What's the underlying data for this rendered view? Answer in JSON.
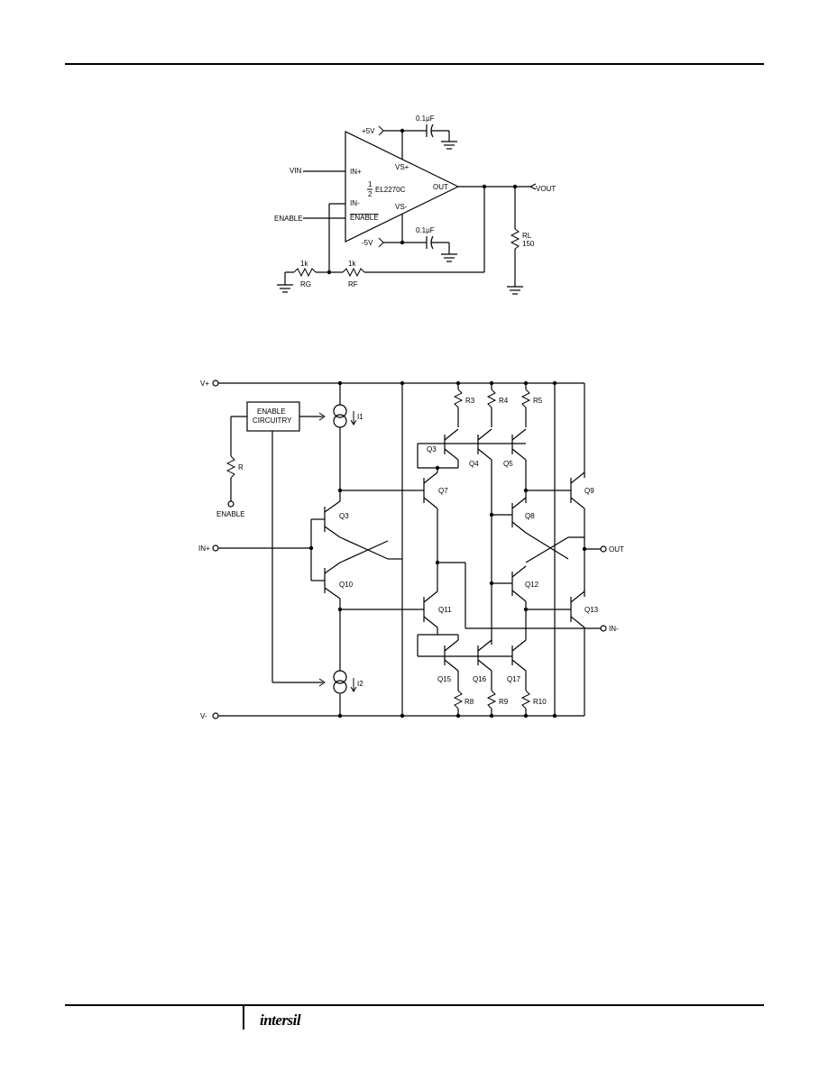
{
  "top_schematic": {
    "supply_pos_label": "+5V",
    "supply_neg_label": "-5V",
    "cap_top_label": "0.1μF",
    "cap_bottom_label": "0.1μF",
    "vin_label": "VIN",
    "vout_label": "VOUT",
    "enable_label": "ENABLE",
    "pin_in_plus": "IN+",
    "pin_in_minus": "IN-",
    "pin_enable": "ENABLE",
    "pin_vsp": "VS+",
    "pin_vsm": "VS-",
    "pin_out": "OUT",
    "amp_fraction_num": "1",
    "amp_fraction_den": "2",
    "amp_part": "EL2270C",
    "rl_label": "RL",
    "rl_value": "150",
    "rg_value": "1k",
    "rg_label": "RG",
    "rf_value": "1k",
    "rf_label": "RF"
  },
  "bottom_schematic": {
    "vplus": "V+",
    "vminus": "V-",
    "enable_box_line1": "ENABLE",
    "enable_box_line2": "CIRCUITRY",
    "r_enable": "R",
    "enable_pin": "ENABLE",
    "i1": "I1",
    "i2": "I2",
    "in_plus": "IN+",
    "in_minus": "IN-",
    "out": "OUT",
    "q3": "Q3",
    "q10": "Q10",
    "q7": "Q7",
    "q11": "Q11",
    "q3b": "Q3",
    "q4": "Q4",
    "q5": "Q5",
    "q8": "Q8",
    "q12": "Q12",
    "q9": "Q9",
    "q13": "Q13",
    "q15": "Q15",
    "q16": "Q16",
    "q17": "Q17",
    "r3": "R3",
    "r4": "R4",
    "r5": "R5",
    "r8": "R8",
    "r9": "R9",
    "r10": "R10"
  },
  "footer": {
    "logo": "intersil"
  }
}
